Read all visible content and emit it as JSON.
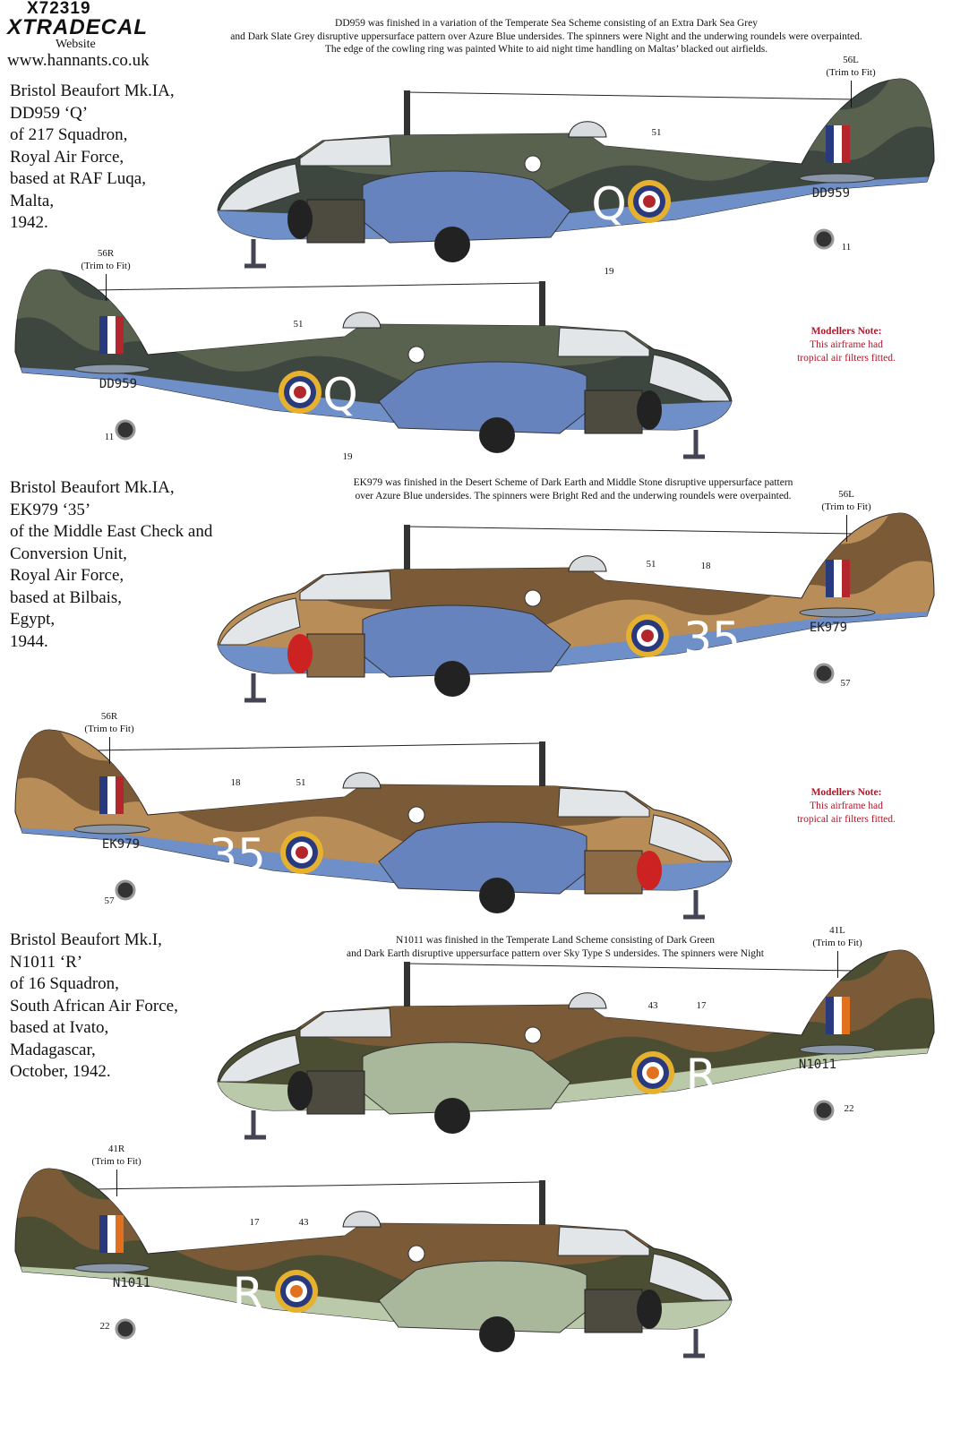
{
  "header": {
    "code": "X72319",
    "brand": "XTRADECAL",
    "website_label": "Website",
    "url": "www.hannants.co.uk"
  },
  "colors": {
    "azure_blue": "#6f8fc8",
    "extra_dark_sea_grey": "#3e4640",
    "dark_slate_grey": "#59624f",
    "dark_earth": "#7a5a37",
    "middle_stone": "#b98d57",
    "dark_green": "#4b4e33",
    "sky": "#b9c9a9",
    "roundel_red": "#b3262c",
    "roundel_blue": "#28397e",
    "roundel_yellow": "#e5b12f",
    "saaf_orange": "#e2711f",
    "note_red": "#b3162a"
  },
  "aircraft": [
    {
      "title": "Bristol Beaufort Mk.IA,\nDD959 ‘Q’\nof 217 Squadron,\nRoyal Air Force,\nbased at RAF Luqa,\nMalta,\n1942.",
      "description": [
        "DD959 was finished in a variation of the Temperate Sea Scheme consisting of an Extra Dark Sea Grey",
        "and Dark Slate Grey disruptive uppersurface pattern over Azure Blue undersides. The spinners were Night and the underwing roundels were overpainted.",
        "The edge of the cowling ring was painted White to aid night time handling on Maltas’ blacked out airfields."
      ],
      "serial": "DD959",
      "code_letter": "Q",
      "note": {
        "heading": "Modellers Note:",
        "lines": [
          "This airframe had",
          "tropical air filters fitted."
        ]
      },
      "left": {
        "fin_label": "56L",
        "trim": "(Trim to Fit)",
        "callouts": [
          "51",
          "19",
          "11"
        ]
      },
      "right": {
        "fin_label": "56R",
        "trim": "(Trim to Fit)",
        "callouts": [
          "51",
          "11",
          "19"
        ]
      }
    },
    {
      "title": "Bristol Beaufort Mk.IA,\nEK979 ‘35’\nof the Middle East Check and\nConversion Unit,\nRoyal Air Force,\nbased at Bilbais,\nEgypt,\n1944.",
      "description": [
        "EK979 was finished in the Desert Scheme of Dark Earth and Middle Stone disruptive uppersurface pattern",
        "over Azure Blue undersides. The spinners were Bright Red and the underwing roundels were overpainted."
      ],
      "serial": "EK979",
      "code_letter": "35",
      "note": {
        "heading": "Modellers Note:",
        "lines": [
          "This airframe had",
          "tropical air filters fitted."
        ]
      },
      "left": {
        "fin_label": "56L",
        "trim": "(Trim to Fit)",
        "callouts": [
          "51",
          "18",
          "57"
        ]
      },
      "right": {
        "fin_label": "56R",
        "trim": "(Trim to Fit)",
        "callouts": [
          "18",
          "51",
          "57"
        ]
      }
    },
    {
      "title": "Bristol Beaufort Mk.I,\nN1011 ‘R’\nof 16 Squadron,\nSouth African Air Force,\nbased at Ivato,\nMadagascar,\nOctober, 1942.",
      "description": [
        "N1011 was finished in the Temperate Land Scheme consisting of Dark Green",
        "and Dark Earth disruptive uppersurface pattern over Sky Type S undersides. The spinners were Night"
      ],
      "serial": "N1011",
      "code_letter": "R",
      "left": {
        "fin_label": "41L",
        "trim": "(Trim to Fit)",
        "callouts": [
          "43",
          "17",
          "22"
        ]
      },
      "right": {
        "fin_label": "41R",
        "trim": "(Trim to Fit)",
        "callouts": [
          "17",
          "43",
          "22"
        ]
      }
    }
  ]
}
